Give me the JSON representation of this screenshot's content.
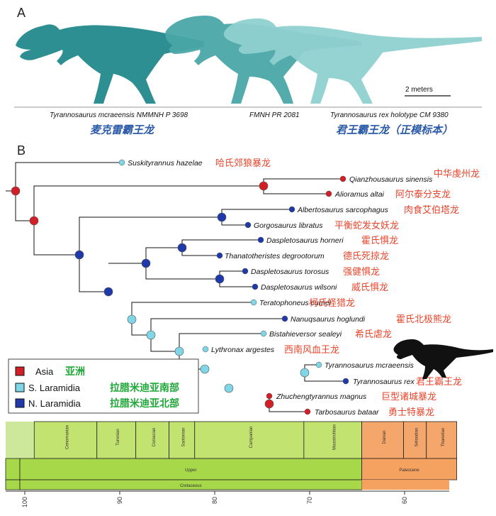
{
  "panels": {
    "a": "A",
    "b": "B"
  },
  "scale_bar": "2 meters",
  "specimens": [
    {
      "name": "Tyrannosaurus mcraeensis NMMNH P 3698",
      "cn": "麦克雷霸王龙"
    },
    {
      "name": "FMNH PR 2081",
      "cn": ""
    },
    {
      "name": "Tyrannosaurus rex holotype CM 9380",
      "cn": "君王霸王龙（正模标本）"
    }
  ],
  "taxa": [
    {
      "name": "Suskityrannus hazelae",
      "cn": "哈氏郊狼暴龙",
      "region": "S. Laramidia"
    },
    {
      "name": "Qianzhousaurus sinensis",
      "cn": "中华虔州龙",
      "region": "Asia"
    },
    {
      "name": "Alioramus altai",
      "cn": "阿尔泰分支龙",
      "region": "Asia"
    },
    {
      "name": "Albertosaurus sarcophagus",
      "cn": "肉食艾伯塔龙",
      "region": "N. Laramidia"
    },
    {
      "name": "Gorgosaurus libratus",
      "cn": "平衡蛇发女妖龙",
      "region": "N. Laramidia"
    },
    {
      "name": "Daspletosaurus horneri",
      "cn": "霍氏惧龙",
      "region": "N. Laramidia"
    },
    {
      "name": "Thanatotheristes degrootorum",
      "cn": "德氏死掠龙",
      "region": "N. Laramidia"
    },
    {
      "name": "Daspletosaurus torosus",
      "cn": "强健惧龙",
      "region": "N. Laramidia"
    },
    {
      "name": "Daspletosaurus wilsoni",
      "cn": "威氏惧龙",
      "region": "N. Laramidia"
    },
    {
      "name": "Teratophoneus curriei",
      "cn": "柯氏怪猎龙",
      "region": "S. Laramidia"
    },
    {
      "name": "Nanuqsaurus hoglundi",
      "cn": "霍氏北极熊龙",
      "region": "N. Laramidia"
    },
    {
      "name": "Bistahieversor sealeyi",
      "cn": "希氏虐龙",
      "region": "S. Laramidia"
    },
    {
      "name": "Lythronax argestes",
      "cn": "西南风血王龙",
      "region": "S. Laramidia"
    },
    {
      "name": "Tyrannosaurus mcraeensis",
      "cn": "",
      "region": "S. Laramidia"
    },
    {
      "name": "Tyrannosaurus rex",
      "cn": "君王霸王龙",
      "region": "N. Laramidia"
    },
    {
      "name": "Zhuchengtyrannus magnus",
      "cn": "巨型诸城暴龙",
      "region": "Asia"
    },
    {
      "name": "Tarbosaurus bataar",
      "cn": "勇士特暴龙",
      "region": "Asia"
    }
  ],
  "legend": [
    {
      "label": "Asia",
      "cn": "亚洲",
      "color": "#d21f26"
    },
    {
      "label": "S. Laramidia",
      "cn": "拉腊米迪亚南部",
      "color": "#7fd6e6"
    },
    {
      "label": "N. Laramidia",
      "cn": "拉腊米迪亚北部",
      "color": "#1f3aa8"
    }
  ],
  "timescale": {
    "stages": [
      "Cenomanian",
      "Turonian",
      "Coniacian",
      "Santonian",
      "Campanian",
      "Maastrichtian",
      "Danian",
      "Selandian",
      "Thanetian"
    ],
    "epochs": [
      "Upper",
      "Paleocene"
    ],
    "periods": [
      "Cretaceous"
    ],
    "ticks": [
      "100",
      "90",
      "80",
      "70",
      "60"
    ],
    "colors": {
      "cretaceous": "#a6d84a",
      "upper": "#a6d84a",
      "paleocene": "#f5a261",
      "stage_k": "#c3e370",
      "stage_p": "#f5a66a"
    }
  }
}
